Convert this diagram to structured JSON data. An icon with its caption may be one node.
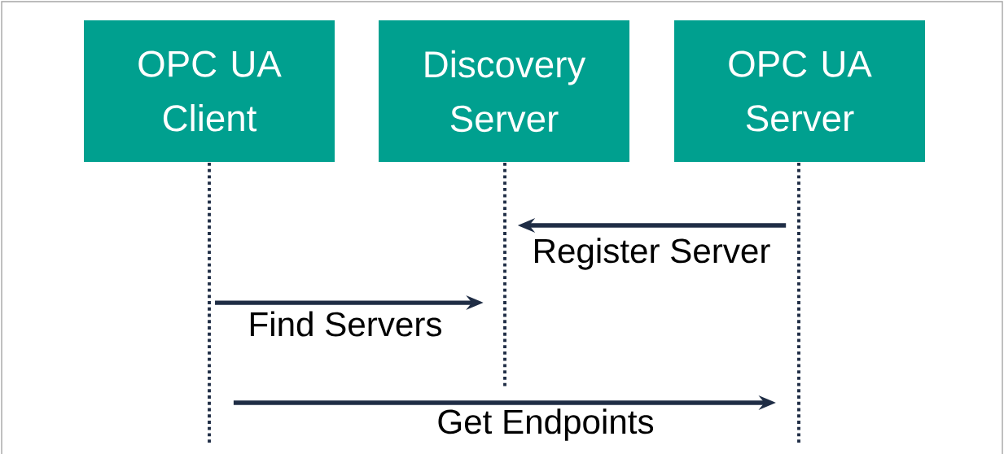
{
  "diagram": {
    "nodes": [
      {
        "text": [
          "OPC UA Client"
        ]
      },
      {
        "text": [
          "Discovery Server"
        ]
      },
      {
        "text": [
          "OPC UA Server"
        ]
      },
      {
        "text": [],
        "shape": "line"
      },
      {
        "text": [],
        "shape": "line"
      },
      {
        "text": [],
        "shape": "line"
      }
    ],
    "edges": [
      {
        "from": 5,
        "to": 4,
        "arrow": "to",
        "label": "Register Server"
      },
      {
        "from": 3,
        "to": 4,
        "arrow": "to",
        "label": "Find Servers"
      },
      {
        "from": 3,
        "to": 5,
        "arrow": "to",
        "label": "Get Endpoints"
      }
    ]
  }
}
